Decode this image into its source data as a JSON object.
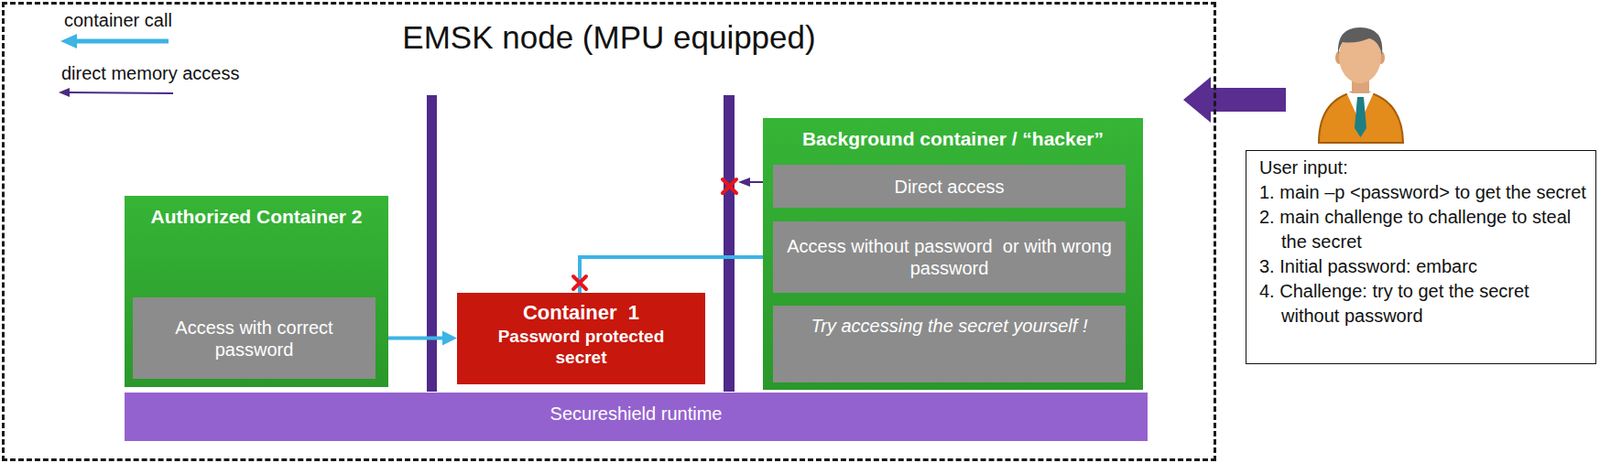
{
  "diagram": {
    "nodes": [
      {
        "text": [
          "EMSK node (MPU equipped)"
        ]
      },
      {
        "text": [
          "Authorized Container 2"
        ],
        "in": 0
      },
      {
        "text": [
          "Access with correct password"
        ],
        "in": 1
      },
      {
        "text": [
          "Container  1",
          "Password protected secret"
        ],
        "in": 0
      },
      {
        "text": [
          "Background container / “hacker”"
        ],
        "in": 0
      },
      {
        "text": [
          "Direct access"
        ],
        "in": 4
      },
      {
        "text": [
          "Access without password  or with wrong password"
        ],
        "in": 4
      },
      {
        "text": [
          "Try accessing the secret yourself !"
        ],
        "in": 4
      },
      {
        "text": [
          "Secureshield runtime"
        ],
        "in": 0
      },
      {
        "text": [
          "User input:",
          "1. main –p <password> to get the secret",
          "2. main challenge to challenge to steal the secret",
          "3. Initial password: embarc",
          "4. Challenge: try to get the secret without password"
        ]
      }
    ],
    "edges": [
      {
        "from": 2,
        "to": 3,
        "arrow": "to"
      },
      {
        "from": 6,
        "to": 3,
        "arrow": "none"
      }
    ],
    "legend": [
      {
        "text": "container call"
      },
      {
        "text": "direct memory access"
      }
    ]
  }
}
